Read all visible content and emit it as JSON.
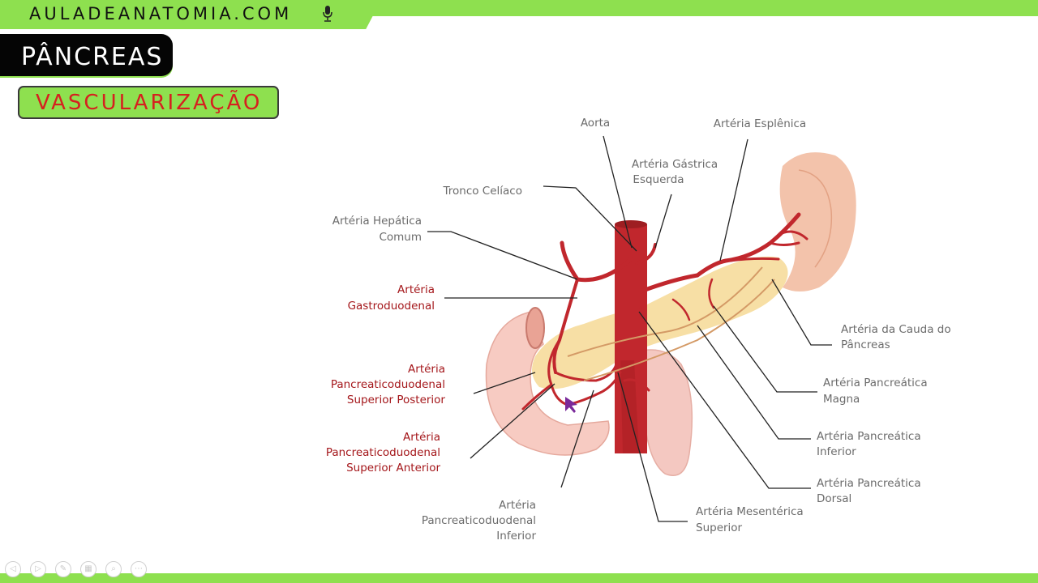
{
  "header": {
    "site_name": "AULADEANATOMIA.COM"
  },
  "title": "PÂNCREAS",
  "subtitle": "VASCULARIZAÇÃO",
  "labels": {
    "aorta": "Aorta",
    "esplenica": "Artéria Esplênica",
    "gastrica_1": "Artéria Gástrica",
    "gastrica_2": "Esquerda",
    "tronco": "Tronco Celíaco",
    "hepatica_1": "Artéria Hepática",
    "hepatica_2": "Comum",
    "gastroduodenal_1": "Artéria",
    "gastroduodenal_2": "Gastroduodenal",
    "pdsp_1": "Artéria",
    "pdsp_2": "Pancreaticoduodenal",
    "pdsp_3": "Superior Posterior",
    "pdsa_1": "Artéria",
    "pdsa_2": "Pancreaticoduodenal",
    "pdsa_3": "Superior Anterior",
    "pdi_1": "Artéria",
    "pdi_2": "Pancreaticoduodenal",
    "pdi_3": "Inferior",
    "cauda_1": "Artéria da Cauda do",
    "cauda_2": "Pâncreas",
    "magna_1": "Artéria Pancreática",
    "magna_2": "Magna",
    "inferior_1": "Artéria Pancreática",
    "inferior_2": "Inferior",
    "dorsal_1": "Artéria Pancreática",
    "dorsal_2": "Dorsal",
    "mesenterica_1": "Artéria Mesentérica",
    "mesenterica_2": "Superior"
  },
  "colors": {
    "accent_green": "#8ee04f",
    "artery_red": "#c1272d",
    "label_red": "#a4161a",
    "label_gray": "#6b6b6b"
  },
  "icons": [
    "microphone-icon",
    "prev-icon",
    "next-icon",
    "pen-icon",
    "slides-icon",
    "zoom-icon",
    "more-icon"
  ]
}
